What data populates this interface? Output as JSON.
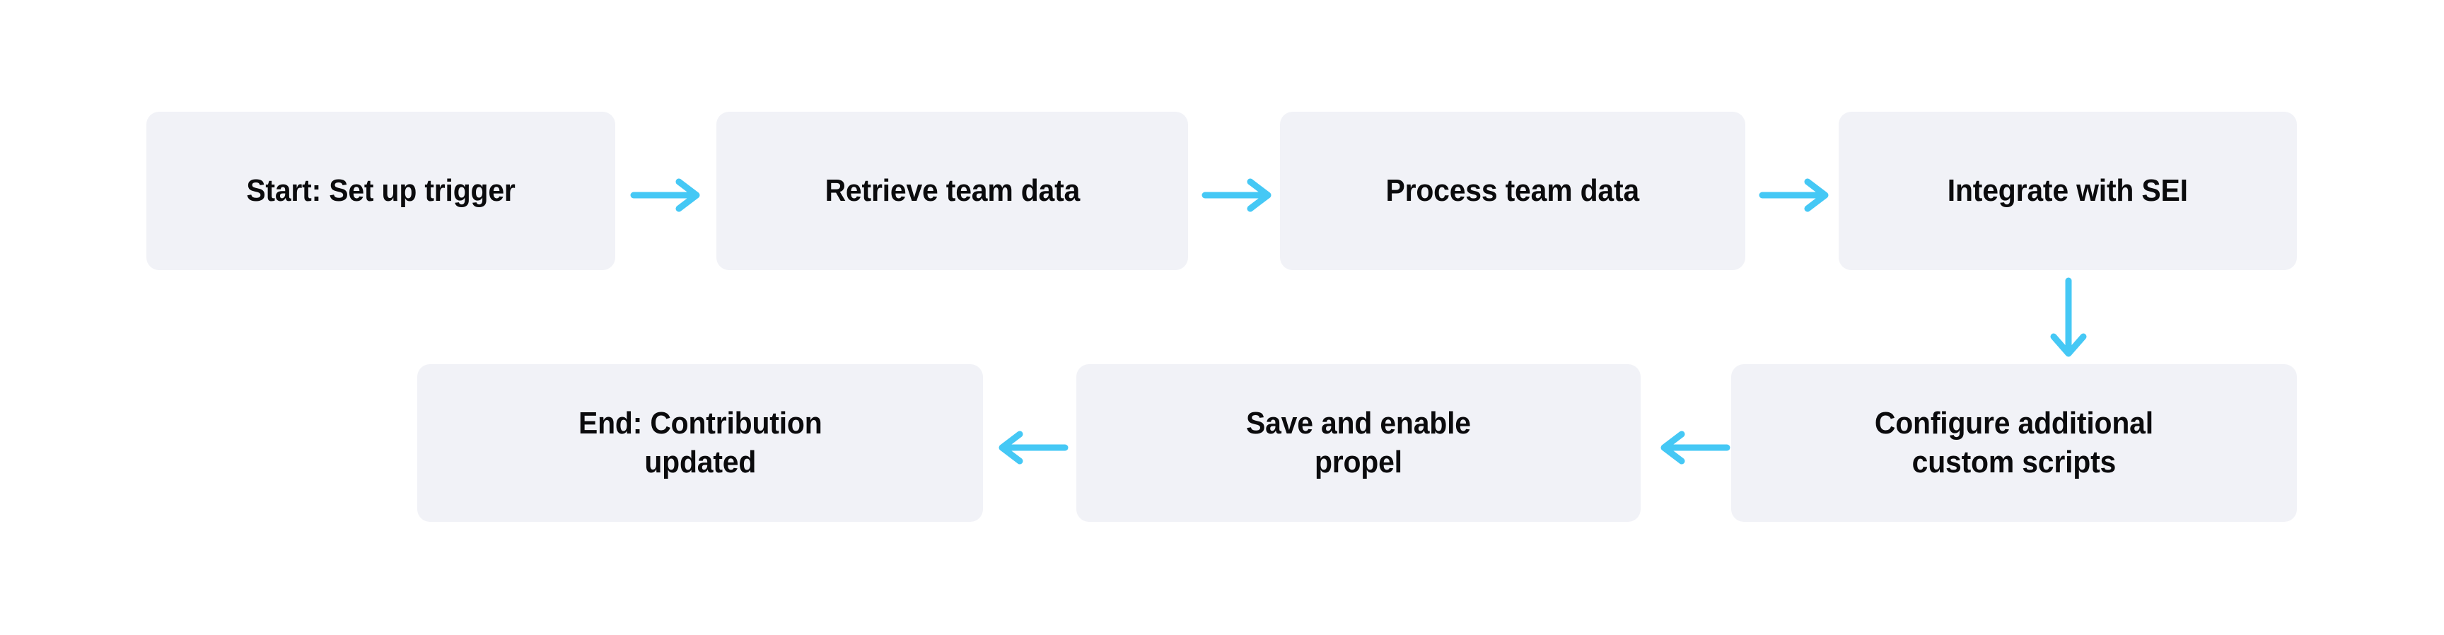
{
  "diagram": {
    "type": "flowchart",
    "title": "",
    "orientation": "horizontal-serpentine",
    "colors": {
      "node_fill": "#f1f2f7",
      "node_text": "#0b0b0d",
      "arrow": "#45c8f5",
      "canvas_background": "#ffffff"
    },
    "nodes": [
      {
        "id": "start",
        "label": "Start: Set up trigger",
        "row": "top",
        "order": 1
      },
      {
        "id": "retrieve",
        "label": "Retrieve team data",
        "row": "top",
        "order": 2
      },
      {
        "id": "process",
        "label": "Process team data",
        "row": "top",
        "order": 3
      },
      {
        "id": "integrate",
        "label": "Integrate with SEI",
        "row": "top",
        "order": 4
      },
      {
        "id": "configure",
        "label": "Configure additional\ncustom scripts",
        "row": "bottom",
        "order": 5
      },
      {
        "id": "save",
        "label": "Save and enable\npropel",
        "row": "bottom",
        "order": 6
      },
      {
        "id": "end",
        "label": "End: Contribution\nupdated",
        "row": "bottom",
        "order": 7
      }
    ],
    "edges": [
      {
        "id": "start-retrieve",
        "from": "start",
        "to": "retrieve",
        "direction": "right",
        "label": ""
      },
      {
        "id": "retrieve-process",
        "from": "retrieve",
        "to": "process",
        "direction": "right",
        "label": ""
      },
      {
        "id": "process-integrate",
        "from": "process",
        "to": "integrate",
        "direction": "right",
        "label": ""
      },
      {
        "id": "integrate-configure",
        "from": "integrate",
        "to": "configure",
        "direction": "down",
        "label": ""
      },
      {
        "id": "configure-save",
        "from": "configure",
        "to": "save",
        "direction": "left",
        "label": ""
      },
      {
        "id": "save-end",
        "from": "save",
        "to": "end",
        "direction": "left",
        "label": ""
      }
    ]
  }
}
